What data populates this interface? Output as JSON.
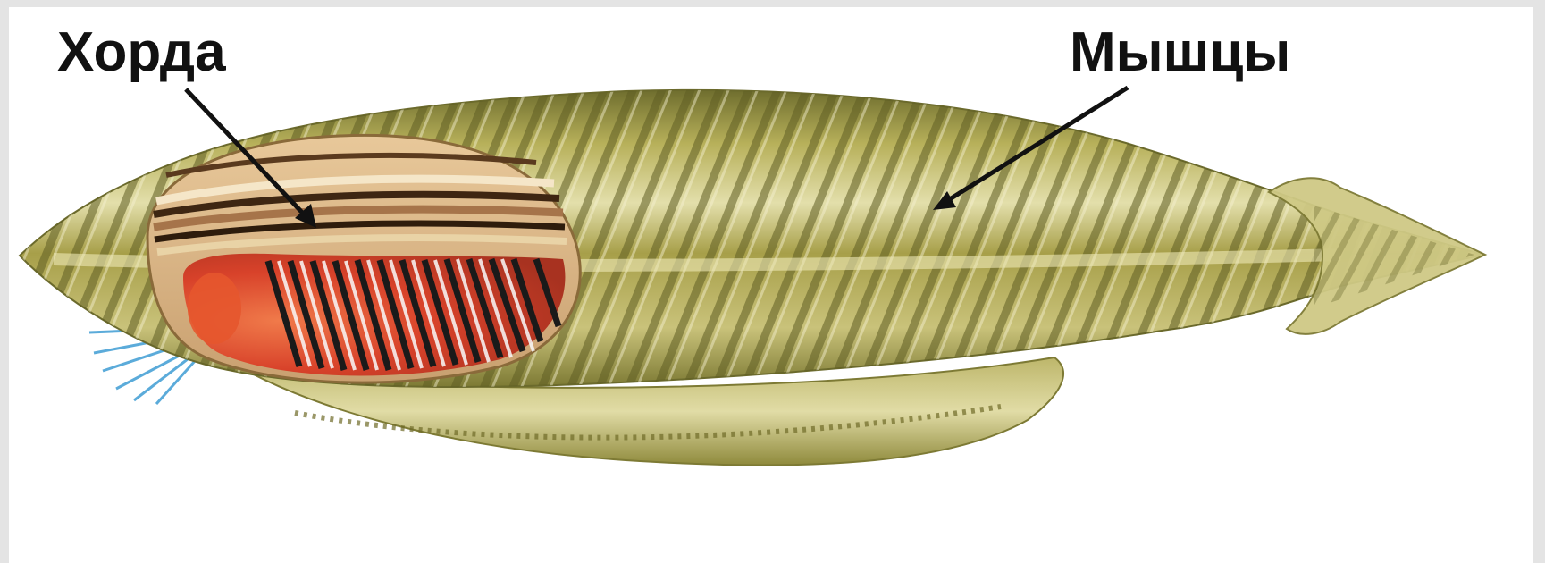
{
  "labels": {
    "chorda": "Хорда",
    "muscles": "Мышцы"
  },
  "colors": {
    "background": "#ffffff",
    "frame": "#e4e4e4",
    "body_light": "#d9d59a",
    "body_mid": "#a9a24e",
    "body_dark": "#6b6a2c",
    "chorda_stripe": "#5a3a1e",
    "gill_red": "#d8422a",
    "tentacles": "#4aa3d6",
    "label_text": "#111111",
    "arrow": "#111111"
  },
  "icons": {
    "arrow_chorda": "arrow-pointer",
    "arrow_muscles": "arrow-pointer"
  }
}
